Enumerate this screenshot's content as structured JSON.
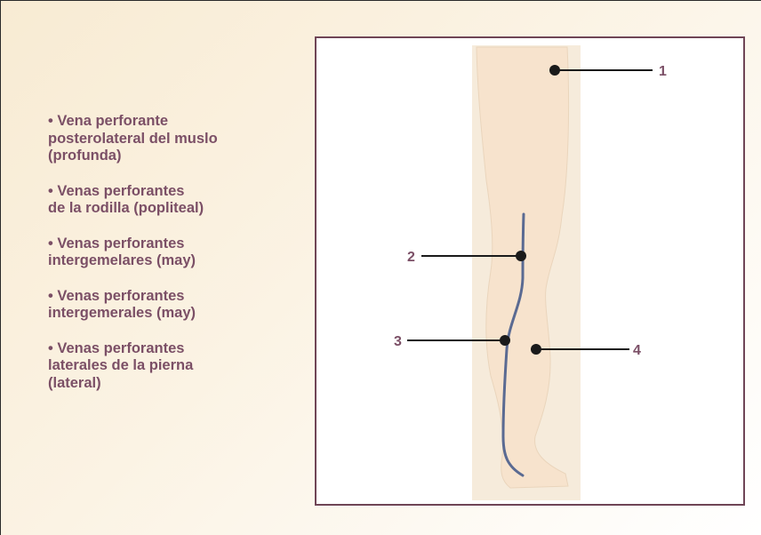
{
  "bullets": [
    "• Vena perforante\nposterolateral del muslo\n(profunda)",
    "• Venas perforantes\nde la rodilla (popliteal)",
    "• Venas perforantes\nintergemelares (may)",
    "• Venas perforantes\nintergemerales (may)",
    "• Venas perforantes\nlaterales de la pierna\n(lateral)"
  ],
  "callouts": [
    "1",
    "2",
    "3",
    "4"
  ],
  "colors": {
    "text": "#7b4f66",
    "frame": "#6f4556",
    "vein": "#5a6a92",
    "leg": "#f6e4cf",
    "background": "#f8ebd3"
  }
}
